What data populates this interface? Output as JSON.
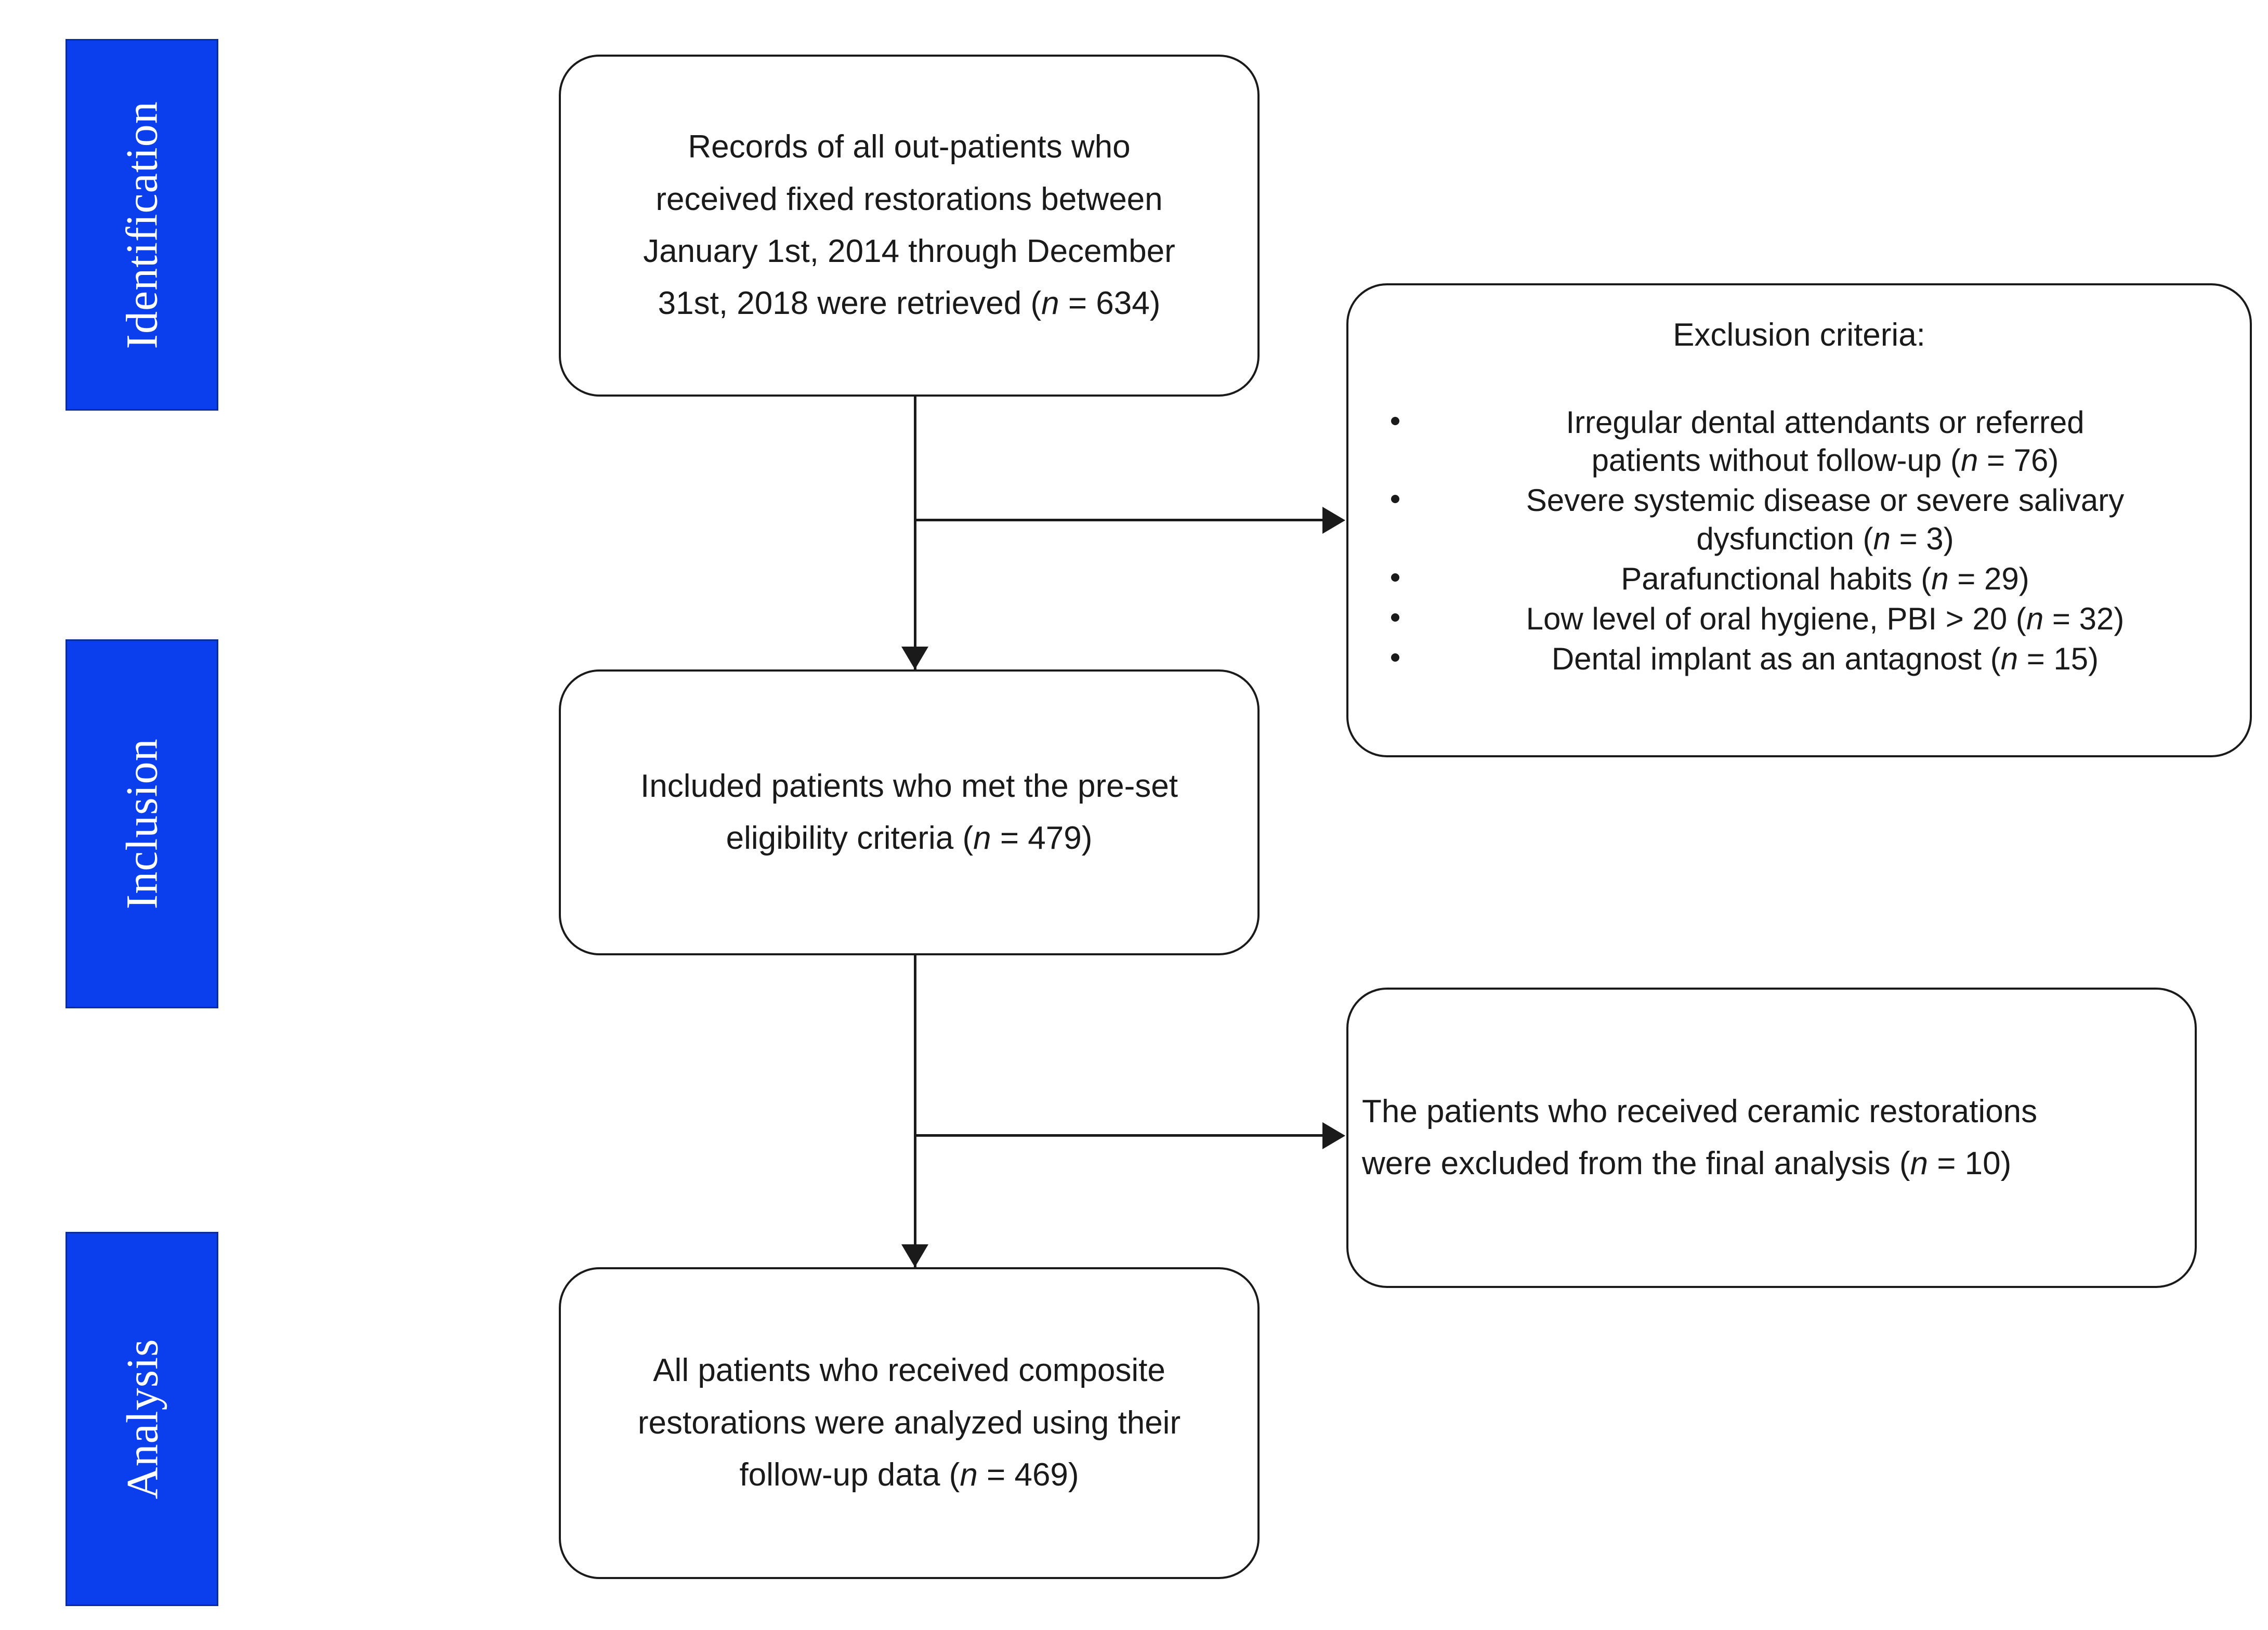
{
  "figure": {
    "type": "prisma-flow-diagram",
    "accent_color": "#0B3FEE",
    "line_color": "#1a1a1a",
    "background": "#ffffff"
  },
  "rail": {
    "stages": [
      {
        "id": "identification",
        "label": "Identification"
      },
      {
        "id": "inclusion",
        "label": "Inclusion"
      },
      {
        "id": "analysis",
        "label": "Analysis"
      }
    ]
  },
  "boxes": {
    "records": {
      "lines": [
        "Records of all out-patients who",
        "received fixed restorations between",
        "January 1st, 2014 through December",
        "31st, 2018 were retrieved (n = 634)"
      ],
      "count_label": "n = 634",
      "count_value": 634
    },
    "included": {
      "lines": [
        "Included patients who met the pre-set",
        "eligibility criteria (n = 479)"
      ],
      "count_label": "n = 479",
      "count_value": 479
    },
    "analyzed": {
      "lines": [
        "All patients who received composite",
        "restorations were analyzed using their",
        "follow-up data (n = 469)"
      ],
      "count_label": "n = 469",
      "count_value": 469
    },
    "exclusion": {
      "title": "Exclusion criteria:",
      "items": [
        {
          "text": "Irregular dental attendants or referred patients without follow-up (n = 76)",
          "count_value": 76
        },
        {
          "text": "Severe systemic disease or severe salivary dysfunction (n = 3)",
          "count_value": 3
        },
        {
          "text": "Parafunctional habits (n = 29)",
          "count_value": 29
        },
        {
          "text": "Low level of oral hygiene, PBI > 20 (n = 32)",
          "count_value": 32
        },
        {
          "text": "Dental implant as an antagnost (n = 15)",
          "count_value": 15
        }
      ],
      "item_lines": [
        [
          "Irregular dental attendants or referred",
          "patients without follow-up (n = 76)"
        ],
        [
          "Severe systemic disease or severe salivary",
          "dysfunction (n = 3)"
        ],
        [
          "Parafunctional habits (n = 29)"
        ],
        [
          "Low level of oral hygiene, PBI > 20 (n = 32)"
        ],
        [
          "Dental implant as an antagnost (n = 15)"
        ]
      ]
    },
    "ceramic": {
      "lines": [
        "The patients who received ceramic restorations",
        "were excluded from the final analysis (n = 10)"
      ],
      "count_label": "n = 10",
      "count_value": 10
    }
  }
}
